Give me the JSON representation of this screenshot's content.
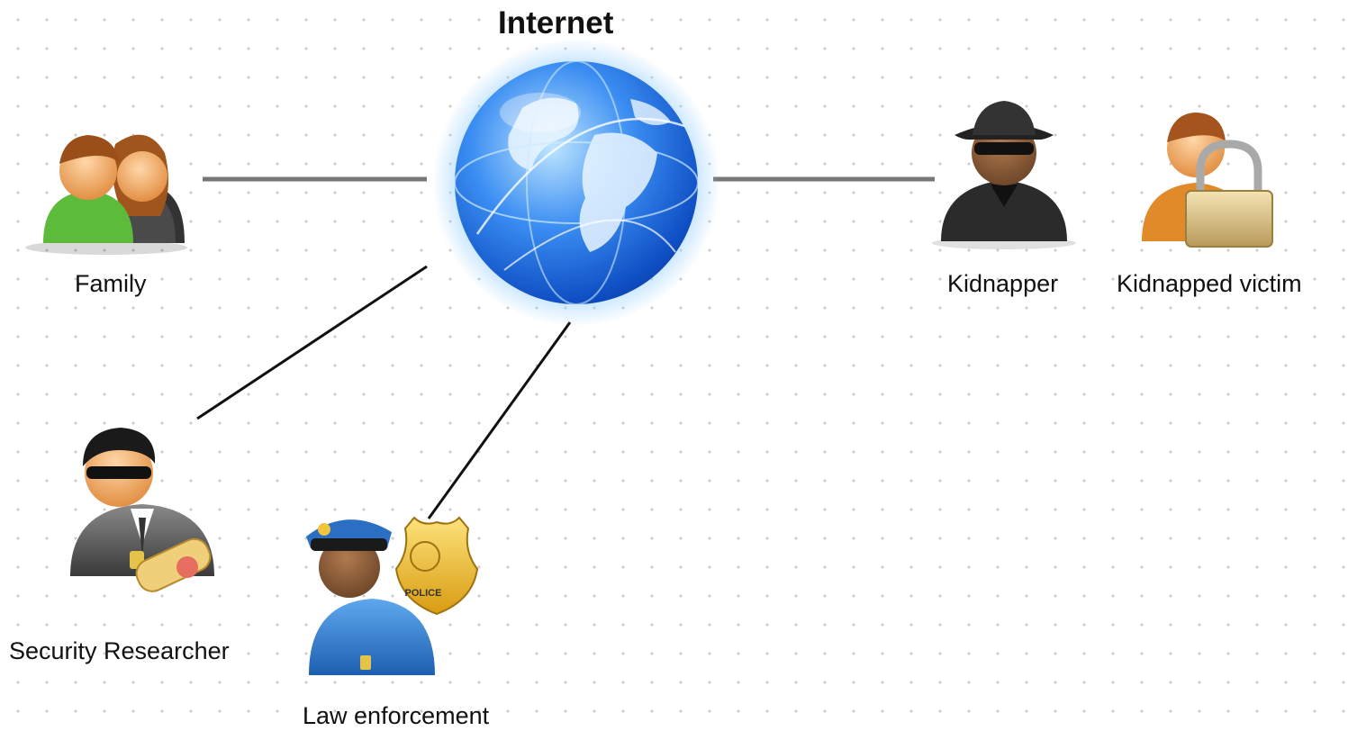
{
  "diagram": {
    "title": "Internet",
    "nodes": {
      "family": "Family",
      "kidnapper": "Kidnapper",
      "victim": "Kidnapped victim",
      "researcher": "Security Researcher",
      "law": "Law enforcement"
    },
    "badge_text": "POLICE"
  },
  "colors": {
    "globe_blue": "#1f6fe0",
    "connector_gray": "#777777",
    "connector_black": "#111111",
    "police_blue": "#2f7fd0",
    "badge_gold": "#e8b82a"
  },
  "icons": [
    "globe-icon",
    "family-icon",
    "kidnapper-icon",
    "victim-lock-icon",
    "security-researcher-icon",
    "police-officer-icon",
    "police-badge-icon"
  ]
}
